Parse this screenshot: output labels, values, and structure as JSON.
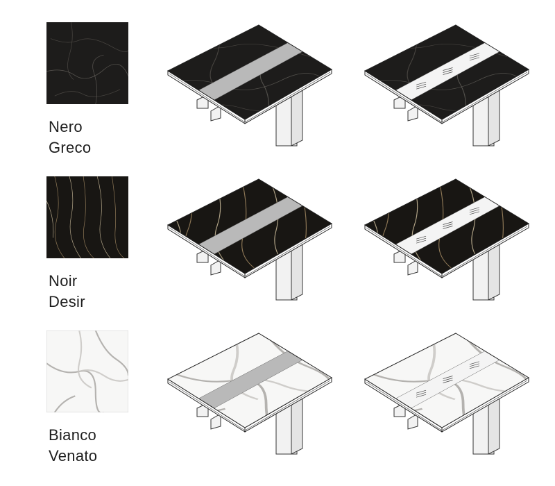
{
  "finishes": [
    {
      "name_line1": "Nero",
      "name_line2": "Greco",
      "base_color": "#1d1c1b",
      "vein_color": "#6f6a63",
      "vein_color_2": "#8a857d"
    },
    {
      "name_line1": "Noir",
      "name_line2": "Desir",
      "base_color": "#181613",
      "vein_color": "#a38a63",
      "vein_color_2": "#cdbd9c"
    },
    {
      "name_line1": "Bianco",
      "name_line2": "Venato",
      "base_color": "#f7f7f6",
      "vein_color": "#a8a6a2",
      "vein_color_2": "#c8c6c2"
    }
  ],
  "variants": [
    {
      "name": "solid-center-panel",
      "panel_color": "#b9b9b9"
    },
    {
      "name": "glass-center-panel",
      "panel_color": "#f4f4f4"
    }
  ]
}
